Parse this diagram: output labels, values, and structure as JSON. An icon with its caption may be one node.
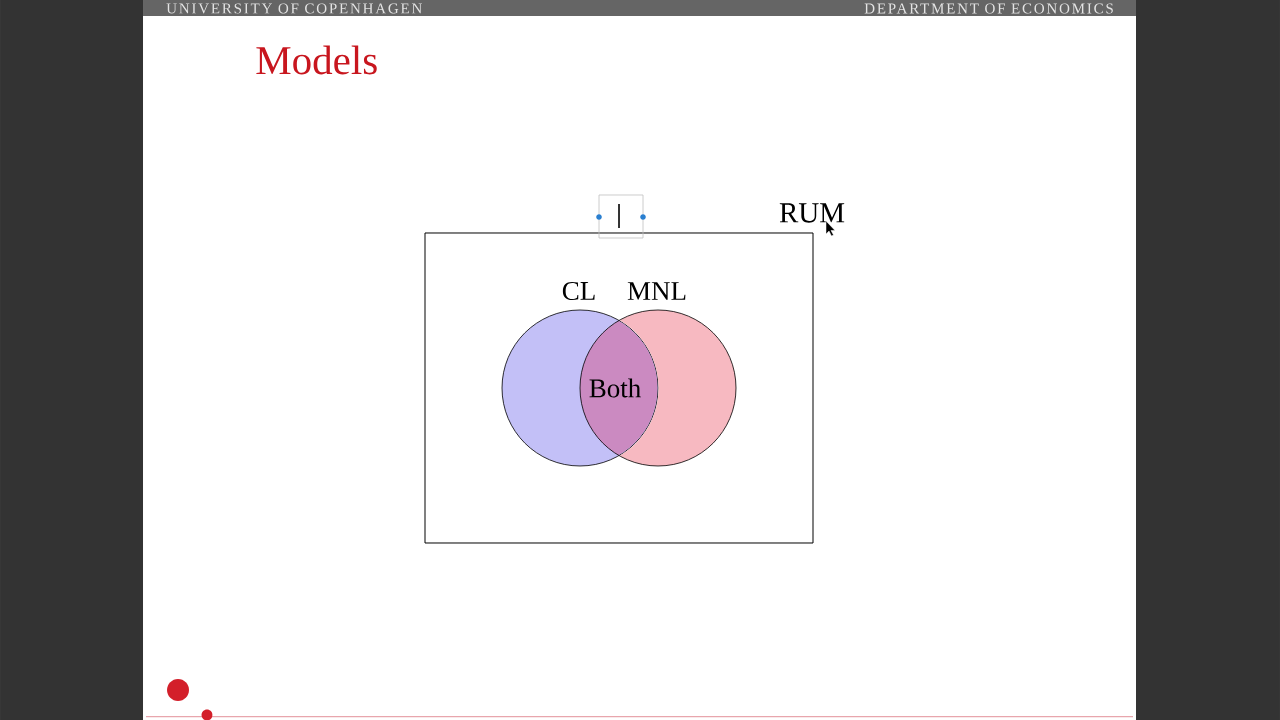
{
  "diagram": {
    "title": "Models",
    "nodes": [
      {
        "text": [
          "RUM"
        ]
      },
      {
        "text": [
          "CL"
        ],
        "in": 0
      },
      {
        "text": [
          "MNL"
        ],
        "in": 0
      }
    ],
    "labels": [
      "UNIVERSITY OF COPENHAGEN",
      "DEPARTMENT OF ECONOMICS",
      "Both"
    ]
  }
}
